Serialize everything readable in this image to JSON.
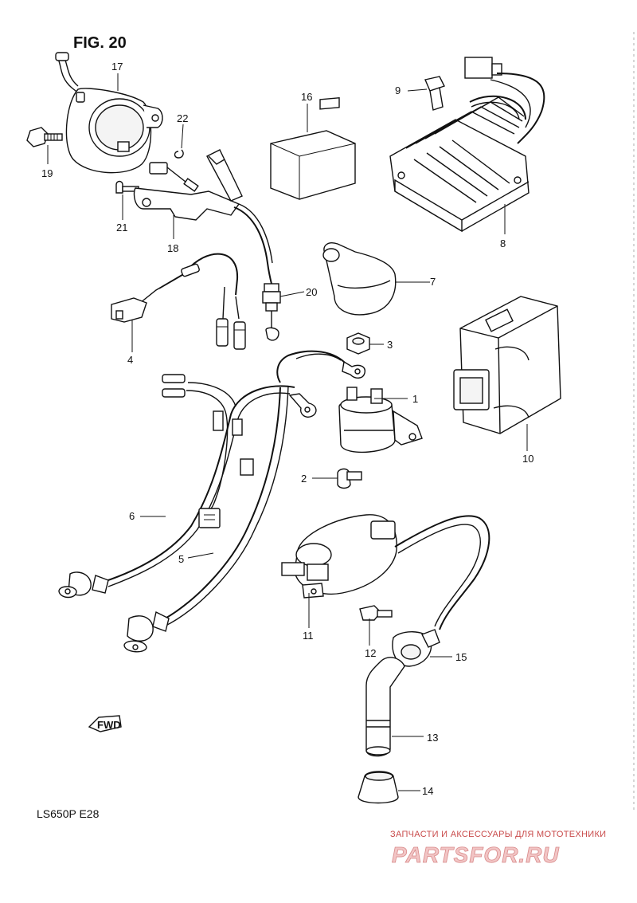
{
  "figure": {
    "title": "FIG. 20",
    "model_code": "LS650P  E28"
  },
  "callouts": {
    "p1": "1",
    "p2": "2",
    "p3": "3",
    "p4": "4",
    "p5": "5",
    "p6": "6",
    "p7": "7",
    "p8": "8",
    "p9": "9",
    "p10": "10",
    "p11": "11",
    "p12": "12",
    "p13": "13",
    "p14": "14",
    "p15": "15",
    "p16": "16",
    "p17": "17",
    "p18": "18",
    "p19": "19",
    "p20": "20",
    "p21": "21",
    "p22": "22"
  },
  "direction_arrow": {
    "label": "FWD"
  },
  "watermark": {
    "tagline": "ЗАПЧАСТИ И АКСЕССУАРЫ ДЛЯ МОТОТЕХНИКИ",
    "logo": "PARTSFOR.RU"
  }
}
